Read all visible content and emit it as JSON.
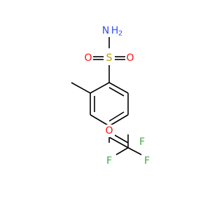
{
  "molecule": {
    "atom_labels": {
      "nh2_n": "N",
      "nh2_h": "H",
      "nh2_sub": "2",
      "sulfur": "S",
      "oxygen_left": "O",
      "oxygen_right": "O",
      "ether_oxygen": "O",
      "fluorine_top": "F",
      "fluorine_left": "F",
      "fluorine_right": "F"
    },
    "colors": {
      "bond": "#000000",
      "nitrogen": "#3050F8",
      "oxygen": "#FF0D0D",
      "sulfur": "#B8A100",
      "fluorine": "#3FA93F"
    }
  }
}
